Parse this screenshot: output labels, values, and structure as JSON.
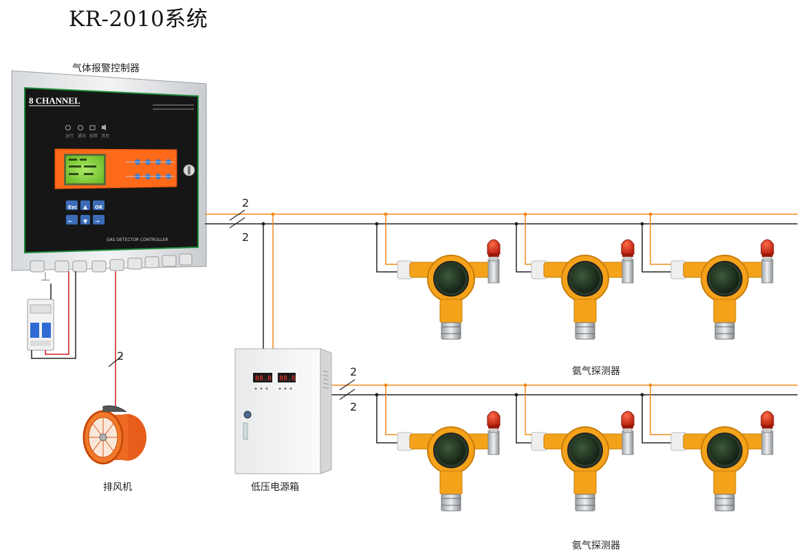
{
  "title": "KR-2010系统",
  "labels": {
    "controller": "气体报警控制器",
    "fan": "排风机",
    "power_box": "低压电源箱",
    "detector_row1": "氨气探测器",
    "detector_row2": "氨气探测器"
  },
  "controller_panel": {
    "channel_text": "8  CHANNEL",
    "footer_text": "GAS DETECTOR CONTROLLER",
    "indicators": [
      "运行",
      "通讯",
      "故障",
      "消音"
    ],
    "keys": [
      "Esc",
      "OK",
      "←",
      "→"
    ]
  },
  "wire_counts": {
    "controller_bus_top": "2",
    "controller_bus_bottom": "2",
    "fan_line": "2",
    "power_bus_top": "2",
    "power_bus_bottom": "2"
  },
  "colors": {
    "signal_wire": "#f08a1a",
    "power_wire": "#222222",
    "fan_wire": "#d0191b",
    "detector_body": "#f4a21a",
    "alarm_lamp": "#d42a12"
  }
}
